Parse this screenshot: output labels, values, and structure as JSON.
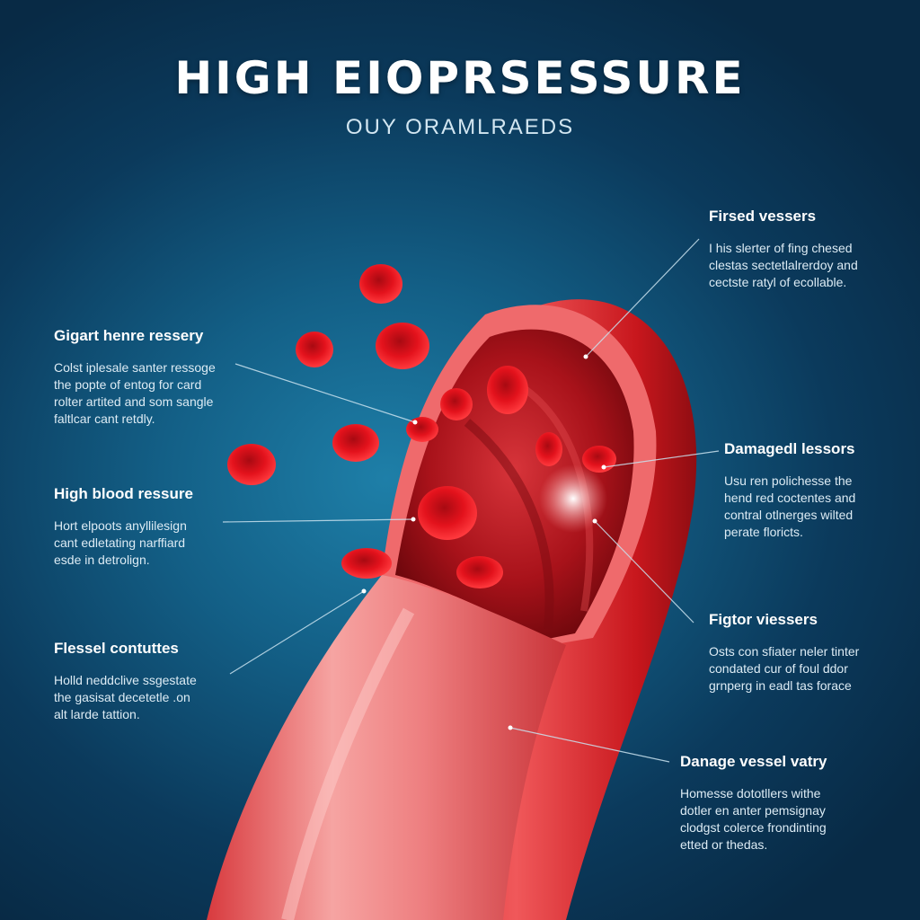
{
  "header": {
    "title": "HIGH EIOPRSESSURE",
    "subtitle": "OUY ORAMLRAEDS"
  },
  "callouts": {
    "left_1": {
      "heading": "Gigart henre ressery",
      "body": "Colst iplesale santer ressoge\nthe popte of entog for card\nrolter artited and som sangle\nfaltlcar cant retdly."
    },
    "left_2": {
      "heading": "High blood ressure",
      "body": "Hort elpoots anyllilesign\ncant edletating narffiard\nesde in detrolign."
    },
    "left_3": {
      "heading": "Flessel contuttes",
      "body": "Holld neddclive ssgestate\nthe gasisat decetetle .on\nalt larde tattion."
    },
    "right_1": {
      "heading": "Firsed vessers",
      "body": "I his slerter of fing chesed\nclestas sectetlalrerdoy and\ncectste ratyl of ecollable."
    },
    "right_2": {
      "heading": "Damagedl lessors",
      "body": "Usu ren polichesse the\nhend red coctentes and\ncontral otlnerges wilted\nperate floricts."
    },
    "right_3": {
      "heading": "Figtor viessers",
      "body": "Osts con sfiater neler tinter\ncondated cur of foul ddor\ngrnperg in eadl tas forace"
    },
    "right_4": {
      "heading": "Danage vessel vatry",
      "body": "Homesse dototllers withe\ndotler en anter pemsignay\nclodgst colerce frondinting\netted or thedas."
    }
  },
  "colors": {
    "background": "#0b3a5c",
    "vessel": "#e4474a",
    "vessel_dark": "#b5161c",
    "blood_cell": "#e8121c",
    "text": "#ffffff"
  }
}
